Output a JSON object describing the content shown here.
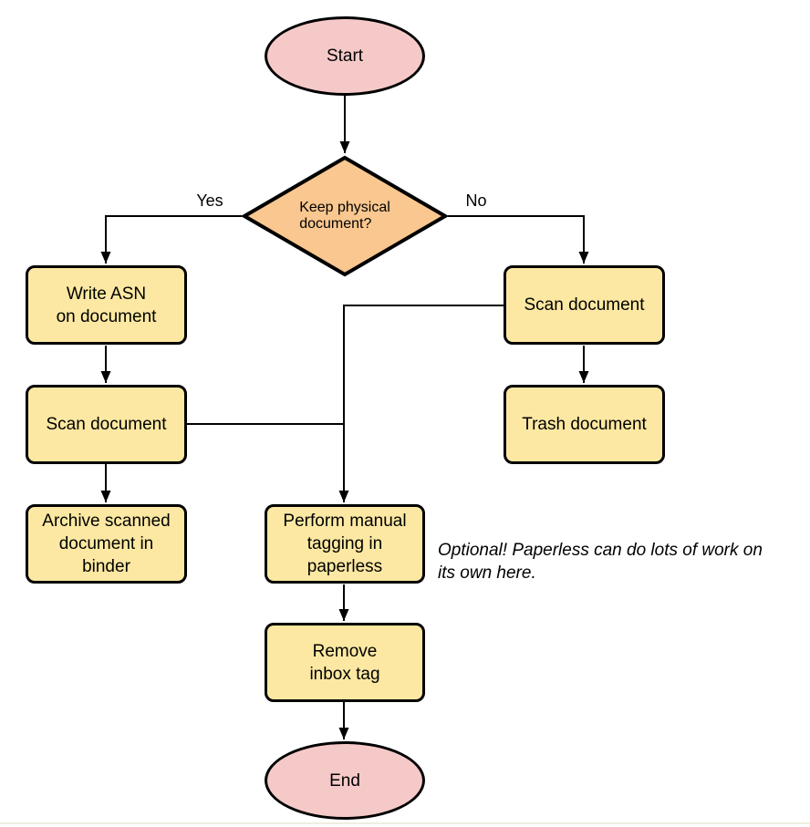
{
  "diagram": {
    "type": "flowchart",
    "colors": {
      "background": "#FFFFFF",
      "terminator_fill": "#F6C9C9",
      "decision_fill": "#F9C78F",
      "process_fill": "#FCE8A2",
      "stroke": "#000000",
      "page_edge": "#EFEDE0"
    },
    "nodes": {
      "start": {
        "type": "terminator",
        "label": "Start"
      },
      "decision": {
        "type": "decision",
        "label": "Keep physical\ndocument?"
      },
      "write_asn": {
        "type": "process",
        "label": "Write ASN\non document"
      },
      "scan_left": {
        "type": "process",
        "label": "Scan document"
      },
      "archive": {
        "type": "process",
        "label": "Archive scanned\ndocument in\nbinder"
      },
      "scan_right": {
        "type": "process",
        "label": "Scan document"
      },
      "trash": {
        "type": "process",
        "label": "Trash document"
      },
      "tagging": {
        "type": "process",
        "label": "Perform manual\ntagging in\npaperless"
      },
      "remove_inbox": {
        "type": "process",
        "label": "Remove\ninbox tag"
      },
      "end": {
        "type": "terminator",
        "label": "End"
      }
    },
    "edge_labels": {
      "yes": "Yes",
      "no": "No"
    },
    "edges": [
      "start -> decision",
      "decision -> write_asn (Yes)",
      "decision -> scan_right (No)",
      "write_asn -> scan_left",
      "scan_left -> archive",
      "scan_right -> trash",
      "scan_right -> tagging",
      "scan_left -> tagging",
      "tagging -> remove_inbox",
      "remove_inbox -> end"
    ],
    "note": {
      "text": "Optional! Paperless can do lots of work on\nits own here."
    }
  }
}
